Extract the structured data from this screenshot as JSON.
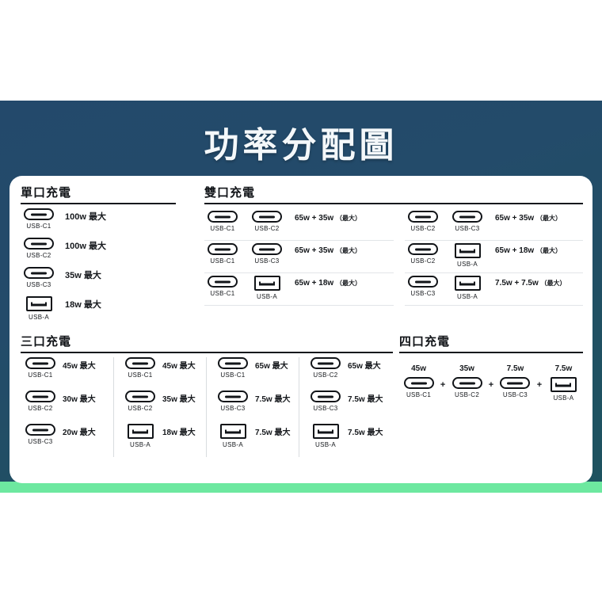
{
  "banner": {
    "title": "功率分配圖",
    "gradient_top": "#23496b",
    "gradient_bottom": "#1d5360",
    "accent_strip_color": "#6de8a0"
  },
  "sections": {
    "single": {
      "title": "單口充電",
      "rows": [
        {
          "port": "USB-C1",
          "type": "c",
          "watt": "100w 最大"
        },
        {
          "port": "USB-C2",
          "type": "c",
          "watt": "100w 最大"
        },
        {
          "port": "USB-C3",
          "type": "c",
          "watt": "35w 最大"
        },
        {
          "port": "USB-A",
          "type": "a",
          "watt": "18w 最大"
        }
      ]
    },
    "dual": {
      "title": "雙口充電",
      "left_rows": [
        {
          "port1": "USB-C1",
          "type1": "c",
          "port2": "USB-C2",
          "type2": "c",
          "watt": "65w + 35w",
          "note": "（最大）"
        },
        {
          "port1": "USB-C1",
          "type1": "c",
          "port2": "USB-C3",
          "type2": "c",
          "watt": "65w + 35w",
          "note": "（最大）"
        },
        {
          "port1": "USB-C1",
          "type1": "c",
          "port2": "USB-A",
          "type2": "a",
          "watt": "65w + 18w",
          "note": "（最大）"
        }
      ],
      "right_rows": [
        {
          "port1": "USB-C2",
          "type1": "c",
          "port2": "USB-C3",
          "type2": "c",
          "watt": "65w + 35w",
          "note": "（最大）"
        },
        {
          "port1": "USB-C2",
          "type1": "c",
          "port2": "USB-A",
          "type2": "a",
          "watt": "65w + 18w",
          "note": "（最大）"
        },
        {
          "port1": "USB-C3",
          "type1": "c",
          "port2": "USB-A",
          "type2": "a",
          "watt": "7.5w + 7.5w",
          "note": "（最大）"
        }
      ]
    },
    "triple": {
      "title": "三口充電",
      "columns": [
        {
          "rows": [
            {
              "port": "USB-C1",
              "type": "c",
              "watt": "45w 最大"
            },
            {
              "port": "USB-C2",
              "type": "c",
              "watt": "30w 最大"
            },
            {
              "port": "USB-C3",
              "type": "c",
              "watt": "20w 最大"
            }
          ]
        },
        {
          "rows": [
            {
              "port": "USB-C1",
              "type": "c",
              "watt": "45w 最大"
            },
            {
              "port": "USB-C2",
              "type": "c",
              "watt": "35w 最大"
            },
            {
              "port": "USB-A",
              "type": "a",
              "watt": "18w 最大"
            }
          ]
        },
        {
          "rows": [
            {
              "port": "USB-C1",
              "type": "c",
              "watt": "65w 最大"
            },
            {
              "port": "USB-C3",
              "type": "c",
              "watt": "7.5w 最大"
            },
            {
              "port": "USB-A",
              "type": "a",
              "watt": "7.5w 最大"
            }
          ]
        },
        {
          "rows": [
            {
              "port": "USB-C2",
              "type": "c",
              "watt": "65w 最大"
            },
            {
              "port": "USB-C3",
              "type": "c",
              "watt": "7.5w 最大"
            },
            {
              "port": "USB-A",
              "type": "a",
              "watt": "7.5w 最大"
            }
          ]
        }
      ]
    },
    "quad": {
      "title": "四口充電",
      "separator": "+",
      "items": [
        {
          "watt": "45w",
          "port": "USB-C1",
          "type": "c"
        },
        {
          "watt": "35w",
          "port": "USB-C2",
          "type": "c"
        },
        {
          "watt": "7.5w",
          "port": "USB-C3",
          "type": "c"
        },
        {
          "watt": "7.5w",
          "port": "USB-A",
          "type": "a"
        }
      ]
    }
  }
}
